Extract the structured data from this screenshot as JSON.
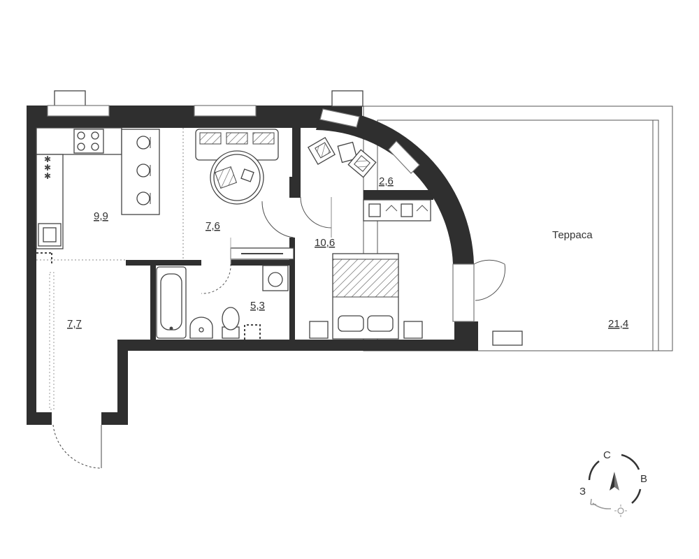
{
  "rooms": {
    "kitchen": "9,9",
    "living": "7,6",
    "hall": "7,7",
    "bath": "5,3",
    "bedroom": "10,6",
    "wardrobe": "2,6",
    "terrace_name": "Терраса",
    "terrace_area": "21,4"
  },
  "compass": {
    "north": "С",
    "east": "В",
    "west": "З"
  },
  "colors": {
    "wall": "#2f2f2f",
    "line": "#555555",
    "text": "#333333"
  }
}
